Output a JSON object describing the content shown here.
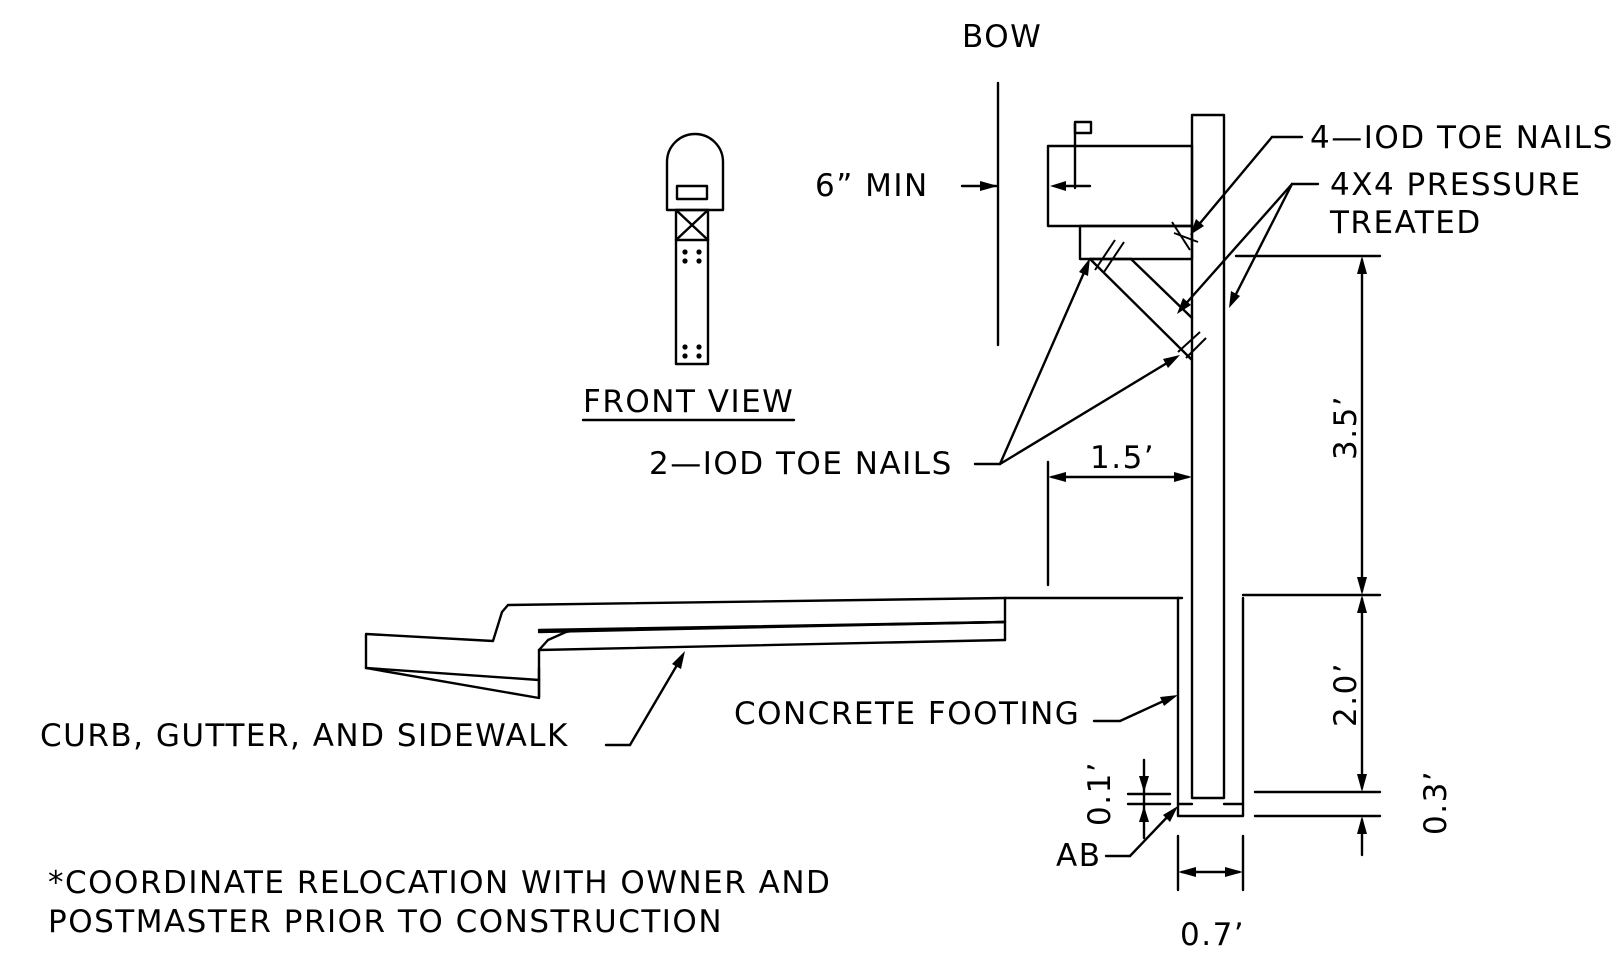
{
  "labels": {
    "bow": "BOW",
    "six_min": "6” MIN",
    "front_view": "FRONT VIEW",
    "toe_nails_4": "4—IOD TOE NAILS",
    "pressure_treated_1": "4X4 PRESSURE",
    "pressure_treated_2": "TREATED",
    "toe_nails_2": "2—IOD TOE NAILS",
    "curb": "CURB, GUTTER, AND SIDEWALK",
    "concrete_footing": "CONCRETE FOOTING",
    "ab": "AB",
    "note_line1": "*COORDINATE RELOCATION WITH OWNER AND",
    "note_line2": "POSTMASTER PRIOR TO CONSTRUCTION"
  },
  "dimensions": {
    "offset": "1.5’",
    "height_above": "3.5’",
    "depth_below": "2.0’",
    "base_gap": "0.1’",
    "base_thickness": "0.3’",
    "footing_width": "0.7’"
  }
}
